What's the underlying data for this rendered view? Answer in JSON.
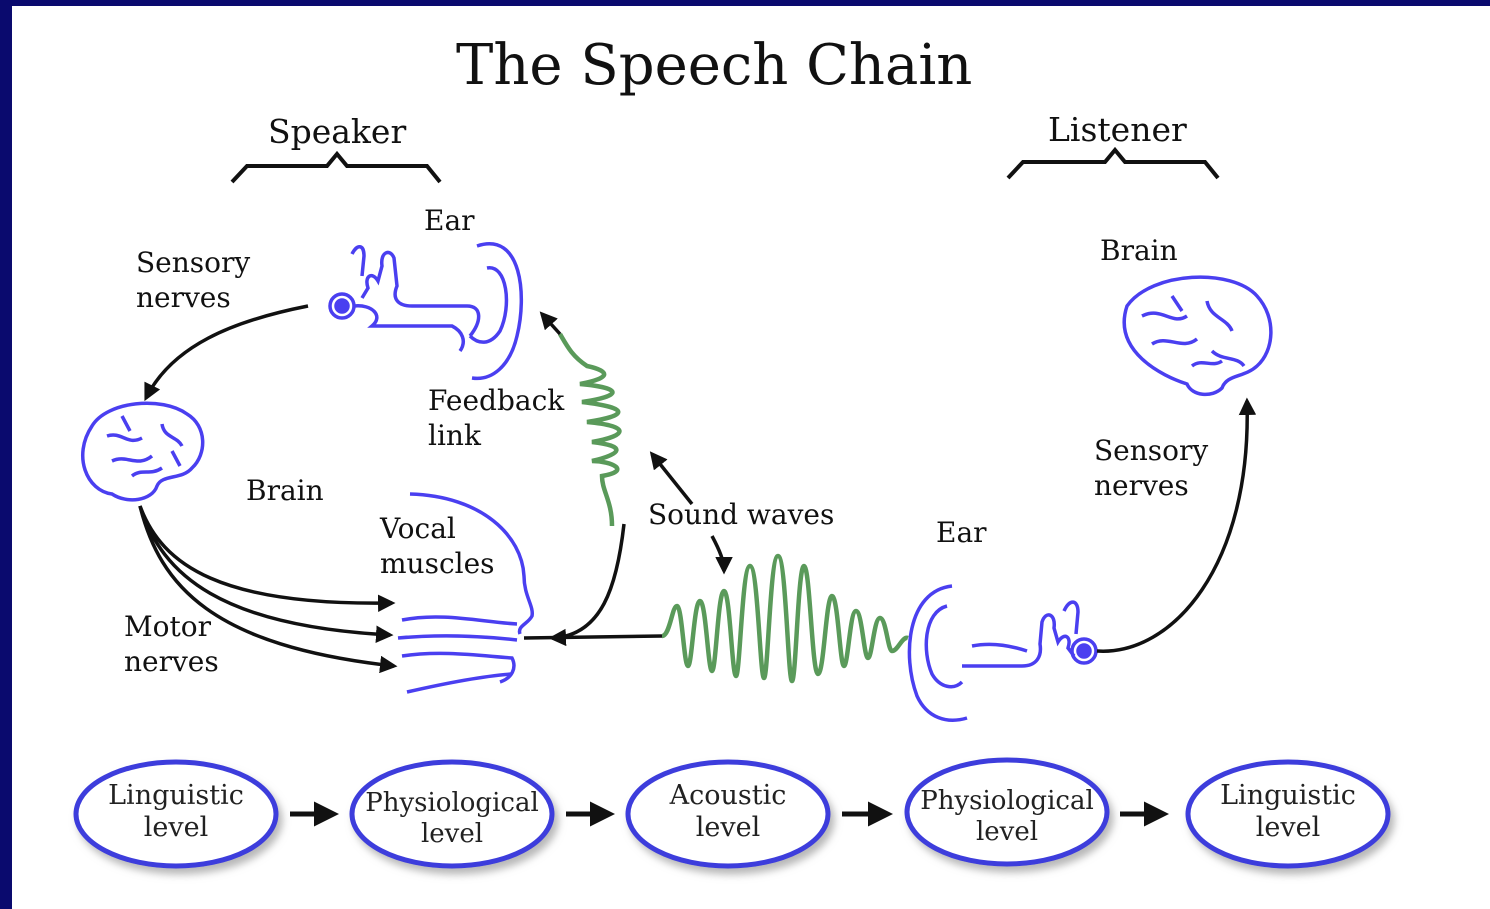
{
  "title": "The Speech Chain",
  "speaker": {
    "heading": "Speaker",
    "ear": "Ear",
    "sensory_nerves": [
      "Sensory",
      "nerves"
    ],
    "brain": "Brain",
    "feedback_link": [
      "Feedback",
      "link"
    ],
    "vocal_muscles": [
      "Vocal",
      "muscles"
    ],
    "motor_nerves": [
      "Motor",
      "nerves"
    ]
  },
  "sound_waves": "Sound waves",
  "listener": {
    "heading": "Listener",
    "brain": "Brain",
    "sensory_nerves": [
      "Sensory",
      "nerves"
    ],
    "ear": "Ear"
  },
  "levels": [
    [
      "Linguistic",
      "level"
    ],
    [
      "Physiological",
      "level"
    ],
    [
      "Acoustic",
      "level"
    ],
    [
      "Physiological",
      "level"
    ],
    [
      "Linguistic",
      "level"
    ]
  ],
  "colors": {
    "frame": "#0a0a6e",
    "organ_blue": "#4a3ff0",
    "wave_green": "#5a9a5a",
    "ellipse_blue": "#3c3cdc",
    "arrow": "#111111"
  }
}
